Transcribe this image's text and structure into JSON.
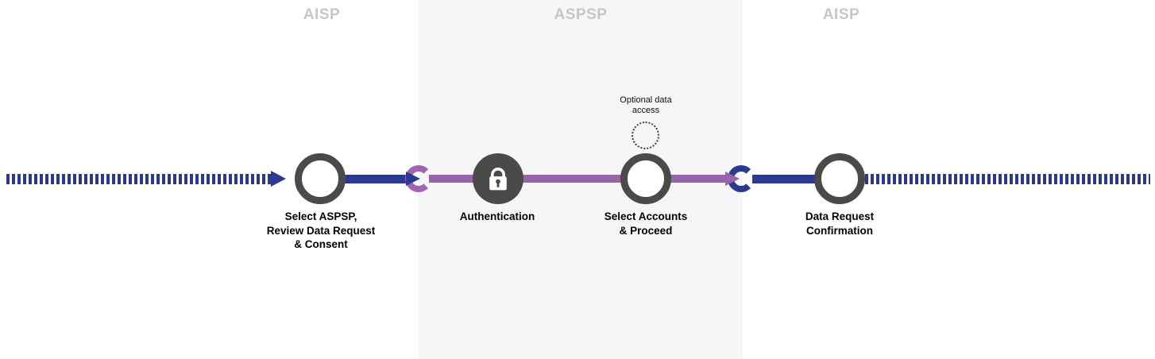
{
  "diagram": {
    "type": "process-flow",
    "sections": [
      {
        "id": "aisp-left",
        "label": "AISP"
      },
      {
        "id": "aspsp",
        "label": "ASPSP"
      },
      {
        "id": "aisp-right",
        "label": "AISP"
      }
    ],
    "steps": [
      {
        "id": "select-aspsp",
        "label": "Select ASPSP,\nReview Data Request\n& Consent",
        "node": "outline-circle"
      },
      {
        "id": "authentication",
        "label": "Authentication",
        "node": "lock-circle",
        "icon": "lock-icon"
      },
      {
        "id": "select-accounts",
        "label": "Select Accounts\n& Proceed",
        "node": "outline-circle"
      },
      {
        "id": "data-request-confirmation",
        "label": "Data Request\nConfirmation",
        "node": "outline-circle"
      }
    ],
    "annotations": {
      "optional_data_access": "Optional data\naccess"
    },
    "colors": {
      "navy": "#2B3990",
      "purple": "#9763A9",
      "node_border_gray": "#4A4A48",
      "section_background": "#F6F5F7",
      "section_label_gray": "#C7C5C8",
      "label_text": "#000000"
    }
  }
}
